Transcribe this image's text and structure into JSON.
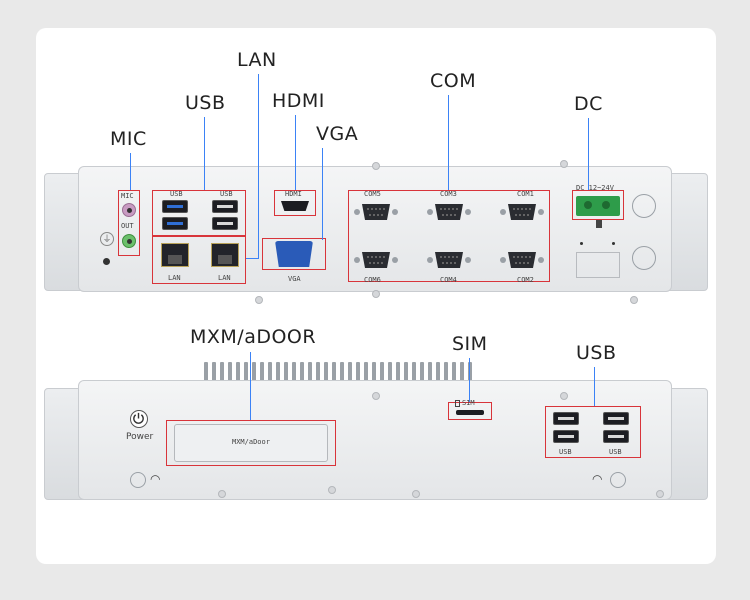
{
  "callouts": {
    "lan": "LAN",
    "usb_top": "USB",
    "hdmi": "HDMI",
    "com": "COM",
    "dc": "DC",
    "mic": "MIC",
    "vga": "VGA",
    "mxm": "MXM/aDOOR",
    "sim": "SIM",
    "usb_bottom": "USB"
  },
  "panel_top": {
    "mic": "MIC",
    "out": "OUT",
    "usb_1": "USB",
    "usb_2": "USB",
    "lan_1": "LAN",
    "lan_2": "LAN",
    "hdmi": "HDMI",
    "vga": "VGA",
    "com5": "COM5",
    "com3": "COM3",
    "com1": "COM1",
    "com6": "COM6",
    "com4": "COM4",
    "com2": "COM2",
    "dc": "DC 12~24V"
  },
  "panel_bottom": {
    "power": "Power",
    "mxm_slot": "MXM/aDoor",
    "sim": "SIM",
    "usb_1": "USB",
    "usb_2": "USB"
  },
  "colors": {
    "highlight_box": "#d8343a",
    "leader_line": "#3b82f6",
    "mic_jack": "#c89bc2",
    "out_jack": "#6bbf6b",
    "dc_terminal": "#2e9c4a",
    "vga_port": "#2a5bb8"
  }
}
